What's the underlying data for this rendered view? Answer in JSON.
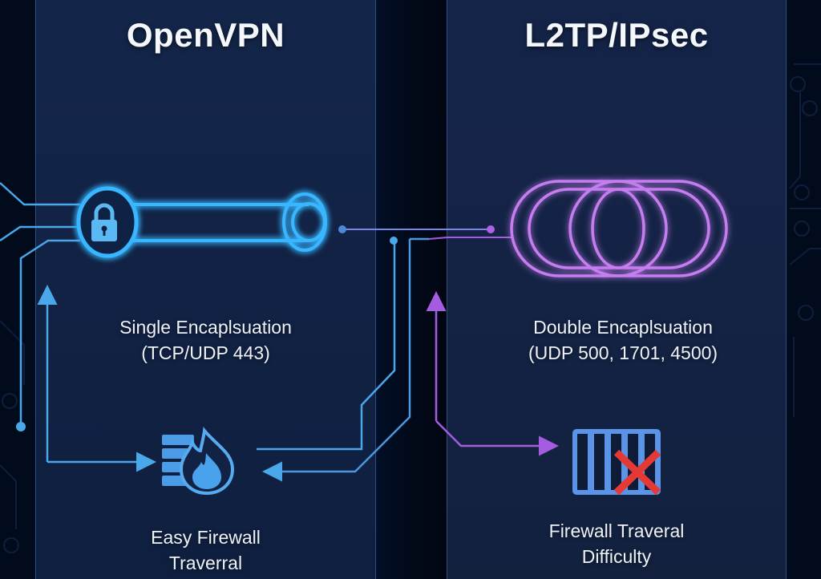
{
  "columns": [
    {
      "title": "OpenVPN",
      "encapsulation_label": "Single Encaplsuation",
      "ports_label": "(TCP/UDP 443)",
      "firewall_label_line1": "Easy Firewall",
      "firewall_label_line2": "Traverral",
      "tunnel_icon": "lock-tunnel-icon",
      "firewall_icon": "firewall-flame-icon",
      "accent_color": "#3fa9f5"
    },
    {
      "title": "L2TP/IPsec",
      "encapsulation_label": "Double Encaplsuation",
      "ports_label": "(UDP 500, 1701, 4500)",
      "firewall_label_line1": "Firewall Traveral",
      "firewall_label_line2": "Difficulty",
      "tunnel_icon": "double-ring-tunnel-icon",
      "firewall_icon": "blocked-firewall-icon",
      "accent_color": "#b469e8"
    }
  ],
  "colors": {
    "background": "#020b1c",
    "panel": "#13264a",
    "blue_line": "#4aa8ea",
    "purple_line": "#a55ce0",
    "block_x": "#e03a3a",
    "firewall_bars": "#5b94e6"
  }
}
